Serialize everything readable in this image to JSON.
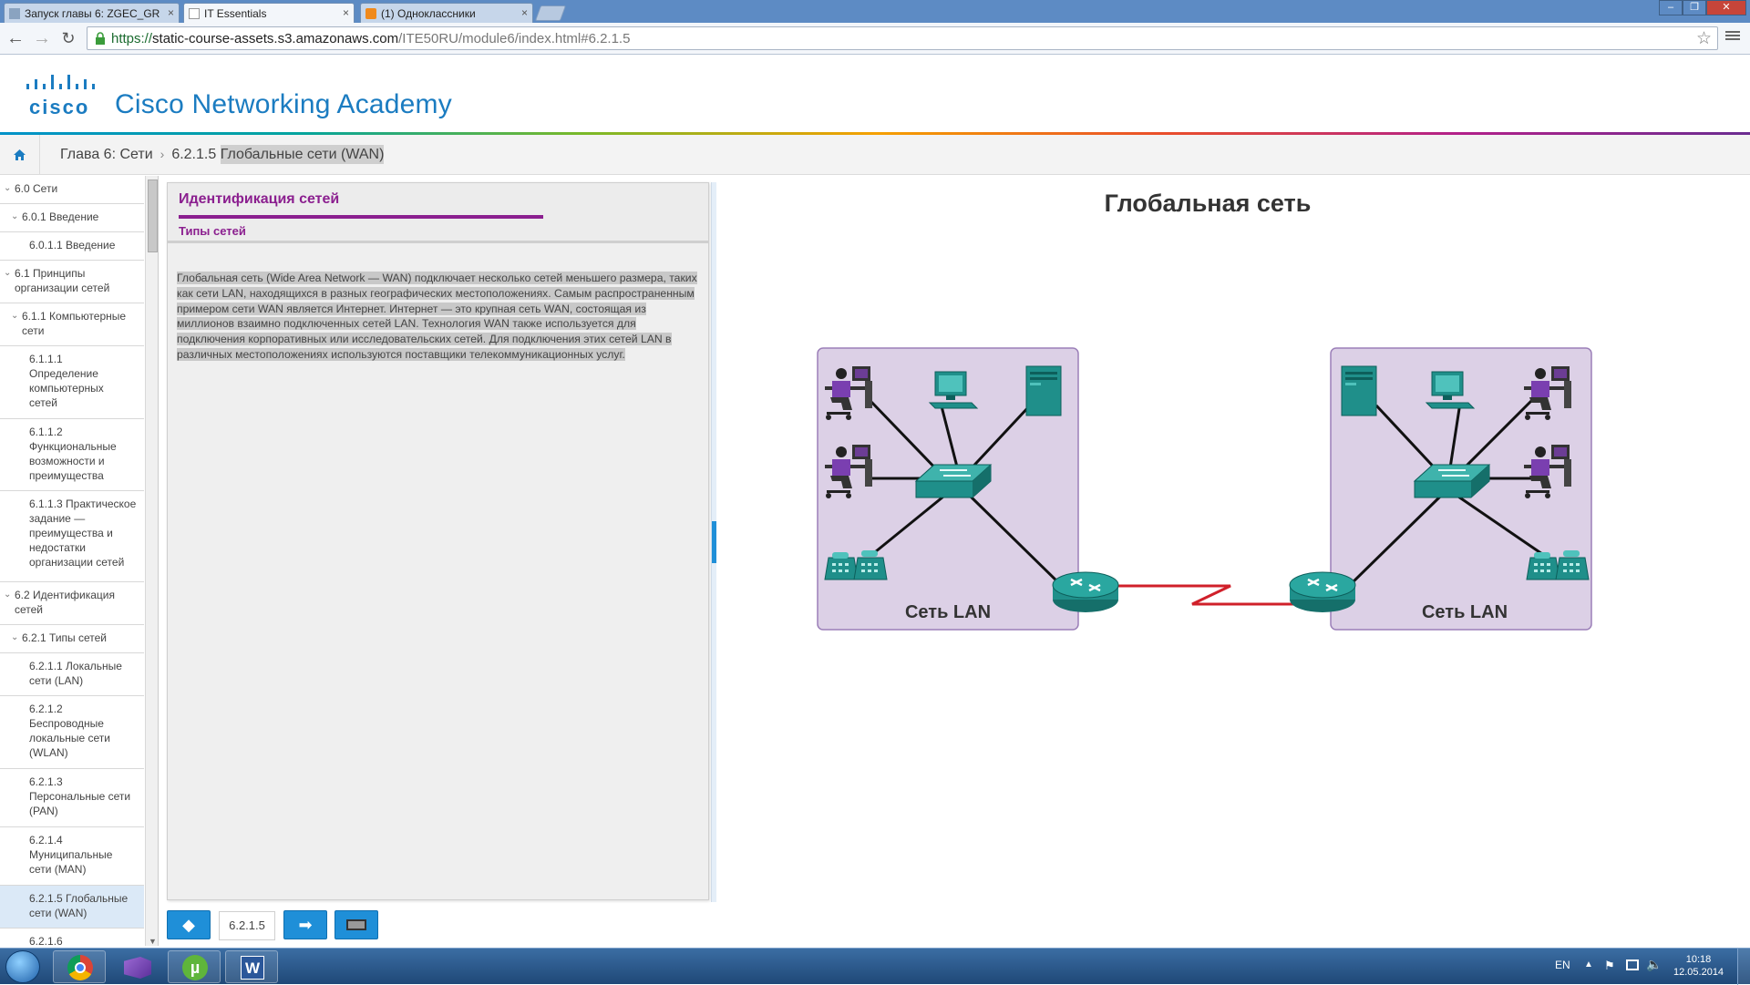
{
  "browser": {
    "tabs": [
      {
        "label": "Запуск главы 6: ZGEC_GR"
      },
      {
        "label": "IT Essentials"
      },
      {
        "label": "(1) Одноклассники"
      }
    ],
    "close_glyph": "×",
    "url_scheme": "https://",
    "url_host": "static-course-assets.s3.amazonaws.com",
    "url_path": "/ITE50RU/module6/index.html#6.2.1.5"
  },
  "header": {
    "logo_text": "cisco",
    "academy_title": "Cisco Networking Academy"
  },
  "breadcrumb": {
    "chapter": "Глава 6: Сети",
    "section_number": "6.2.1.5",
    "section_title": "Глобальные сети (WAN)"
  },
  "sidebar": {
    "items": [
      {
        "label": "6.0 Сети"
      },
      {
        "label": "6.0.1 Введение"
      },
      {
        "label": "6.0.1.1 Введение"
      },
      {
        "label": "6.1 Принципы организации сетей"
      },
      {
        "label": "6.1.1 Компьютерные сети"
      },
      {
        "label": "6.1.1.1 Определение компьютерных сетей"
      },
      {
        "label": "6.1.1.2 Функциональные возможности и преимущества"
      },
      {
        "label": "6.1.1.3 Практическое задание — преимущества и недостатки организации сетей"
      },
      {
        "label": "6.2 Идентификация сетей"
      },
      {
        "label": "6.2.1 Типы сетей"
      },
      {
        "label": "6.2.1.1 Локальные сети (LAN)"
      },
      {
        "label": "6.2.1.2 Беспроводные локальные сети (WLAN)"
      },
      {
        "label": "6.2.1.3 Персональные сети (PAN)"
      },
      {
        "label": "6.2.1.4 Муниципальные сети (MAN)"
      },
      {
        "label": "6.2.1.5 Глобальные сети (WAN)"
      },
      {
        "label": "6.2.1.6"
      }
    ]
  },
  "panel": {
    "title": "Идентификация сетей",
    "subtitle": "Типы сетей",
    "body": "Глобальная сеть (Wide Area Network — WAN) подключает несколько сетей меньшего размера, таких как сети LAN, находящихся в разных географических местоположениях. Самым распространенным примером сети WAN является Интернет. Интернет — это крупная сеть WAN, состоящая из миллионов взаимно подключенных сетей LAN. Технология WAN также используется для подключения корпоративных или исследовательских сетей. Для подключения этих сетей LAN в различных местоположениях используются поставщики телекоммуникационных услуг."
  },
  "bottom_nav": {
    "page_number": "6.2.1.5"
  },
  "diagram": {
    "title": "Глобальная сеть",
    "left_lan_label": "Сеть LAN",
    "right_lan_label": "Сеть LAN",
    "colors": {
      "lan_fill": "#dcd0e6",
      "lan_border": "#9b7fb8",
      "device": "#1f8f8a",
      "wan_link": "#d0202a"
    }
  },
  "taskbar": {
    "lang": "EN",
    "time": "10:18",
    "date": "12.05.2014"
  }
}
